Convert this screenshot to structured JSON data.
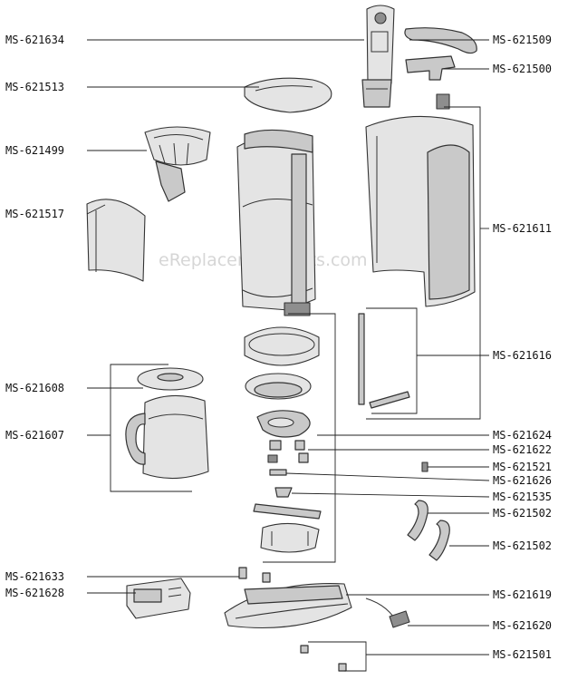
{
  "watermark": "eReplacementParts.com",
  "labels": {
    "ms621634": "MS-621634",
    "ms621513": "MS-621513",
    "ms621499": "MS-621499",
    "ms621517": "MS-621517",
    "ms621608": "MS-621608",
    "ms621607": "MS-621607",
    "ms621633": "MS-621633",
    "ms621628": "MS-621628",
    "ms621509": "MS-621509",
    "ms621500": "MS-621500",
    "ms621611": "MS-621611",
    "ms621616": "MS-621616",
    "ms621624": "MS-621624",
    "ms621622": "MS-621622",
    "ms621521": "MS-621521",
    "ms621626": "MS-621626",
    "ms621535": "MS-621535",
    "ms621502a": "MS-621502",
    "ms621502b": "MS-621502",
    "ms621619": "MS-621619",
    "ms621620": "MS-621620",
    "ms621501": "MS-621501"
  }
}
